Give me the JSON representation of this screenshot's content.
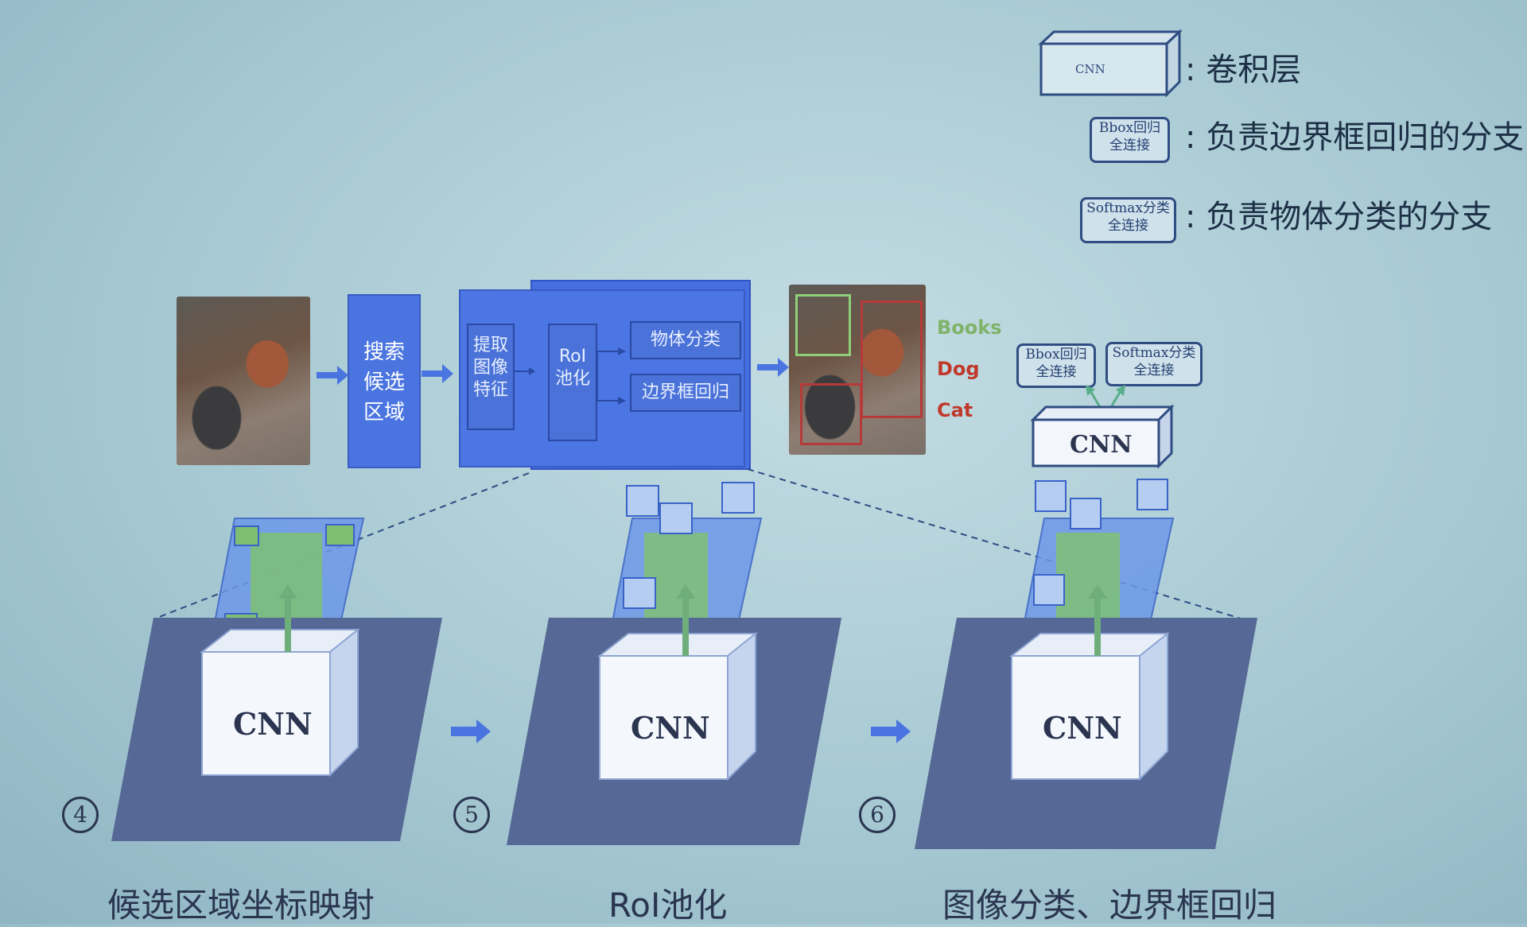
{
  "legend": {
    "cnn_box_label": "CNN",
    "cnn_desc": ": 卷积层",
    "bbox_line1": "Bbox回归",
    "bbox_line2": "全连接",
    "bbox_desc": ": 负责边界框回归的分支",
    "softmax_line1": "Softmax分类",
    "softmax_line2": "全连接",
    "softmax_desc": ": 负责物体分类的分支"
  },
  "pipeline": {
    "search_block": [
      "搜索",
      "候选",
      "区域"
    ],
    "extract_box": [
      "提取",
      "图像",
      "特征"
    ],
    "roi_box": [
      "RoI",
      "池化"
    ],
    "classify_box": "物体分类",
    "bbox_box": "边界框回归"
  },
  "result_labels": {
    "books": "Books",
    "dog": "Dog",
    "cat": "Cat"
  },
  "head": {
    "bbox_line1": "Bbox回归",
    "bbox_line2": "全连接",
    "softmax_line1": "Softmax分类",
    "softmax_line2": "全连接",
    "cnn": "CNN"
  },
  "steps": [
    {
      "number": "4",
      "cnn": "CNN",
      "caption": "候选区域坐标映射"
    },
    {
      "number": "5",
      "cnn": "CNN",
      "caption": "RoI池化"
    },
    {
      "number": "6",
      "cnn": "CNN",
      "caption": "图像分类、边界框回归"
    }
  ],
  "colors": {
    "block_blue": "#4a74e0",
    "books": "#7fb36a",
    "dog": "#c0392b",
    "cat": "#c0392b"
  }
}
